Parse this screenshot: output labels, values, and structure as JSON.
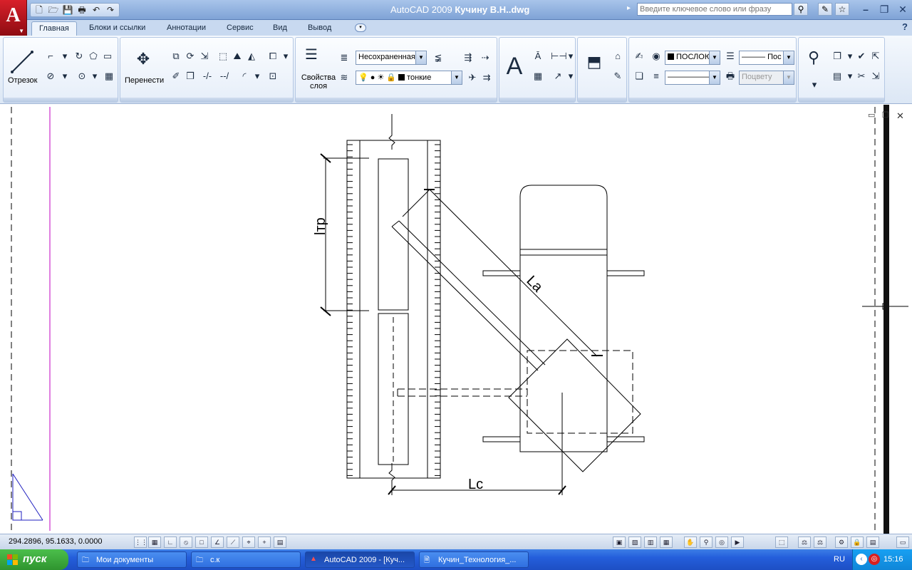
{
  "title_bar": {
    "app_name": "AutoCAD 2009",
    "file_name": "Кучину В.Н..dwg",
    "search_placeholder": "Введите ключевое слово или фразу"
  },
  "tabs": [
    {
      "label": "Главная",
      "active": true
    },
    {
      "label": "Блоки и ссылки"
    },
    {
      "label": "Аннотации"
    },
    {
      "label": "Сервис"
    },
    {
      "label": "Вид"
    },
    {
      "label": "Вывод"
    }
  ],
  "ribbon": {
    "draw": {
      "line_label": "Отрезок"
    },
    "modify": {
      "move_label": "Перенести"
    },
    "layers": {
      "props_label": "Свойства слоя",
      "layer_state": "Несохраненная",
      "current_layer": "тонкие"
    },
    "properties": {
      "color": "ПОСЛОЮ",
      "linetype": "Пос",
      "plot_style": "Поцвету"
    }
  },
  "drawing": {
    "label_ltr": "lтр",
    "label_la": "La",
    "label_lc": "Lc"
  },
  "status": {
    "coords": "294.2896, 95.1633, 0.0000"
  },
  "taskbar": {
    "start": "пуск",
    "tasks": [
      {
        "label": "Мои документы"
      },
      {
        "label": "с.к"
      },
      {
        "label": "AutoCAD 2009 - [Куч..."
      },
      {
        "label": "Кучин_Технология_..."
      }
    ],
    "lang": "RU",
    "clock": "15:16"
  }
}
